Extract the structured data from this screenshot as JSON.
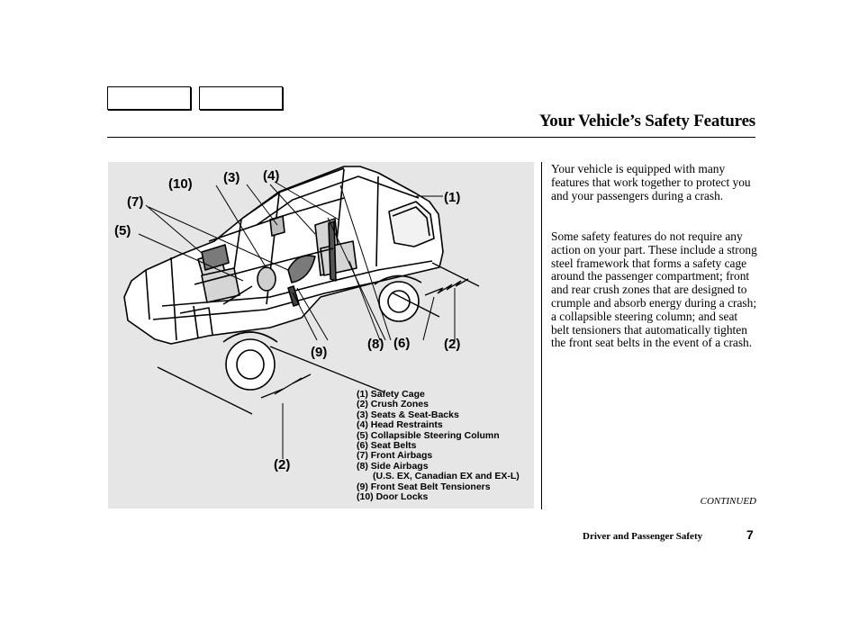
{
  "page": {
    "title": "Your Vehicle’s Safety Features",
    "section_footer": "Driver and Passenger Safety",
    "page_number": "7",
    "continued": "CONTINUED"
  },
  "body": {
    "paragraph_1": "Your vehicle is equipped with many features that work together to protect you and your passengers during a crash.",
    "paragraph_2": "Some safety features do not require any action on your part. These include a strong steel framework that forms a safety cage around the passenger compartment; front and rear crush zones that are designed to crumple and absorb energy during a crash; a collapsible steering column; and seat belt tensioners that automatically tighten the front seat belts in the event of a crash."
  },
  "figure": {
    "callouts": {
      "c1": "(1)",
      "c2a": "(2)",
      "c2b": "(2)",
      "c3": "(3)",
      "c4": "(4)",
      "c5": "(5)",
      "c6": "(6)",
      "c7": "(7)",
      "c8": "(8)",
      "c9": "(9)",
      "c10": "(10)"
    },
    "legend": [
      "(1) Safety Cage",
      "(2) Crush Zones",
      "(3) Seats & Seat-Backs",
      "(4) Head Restraints",
      "(5) Collapsible Steering Column",
      "(6) Seat Belts",
      "(7) Front Airbags",
      "(8) Side Airbags",
      "(U.S. EX, Canadian EX and EX-L)",
      "(9) Front Seat Belt Tensioners",
      "(10) Door Locks"
    ]
  }
}
